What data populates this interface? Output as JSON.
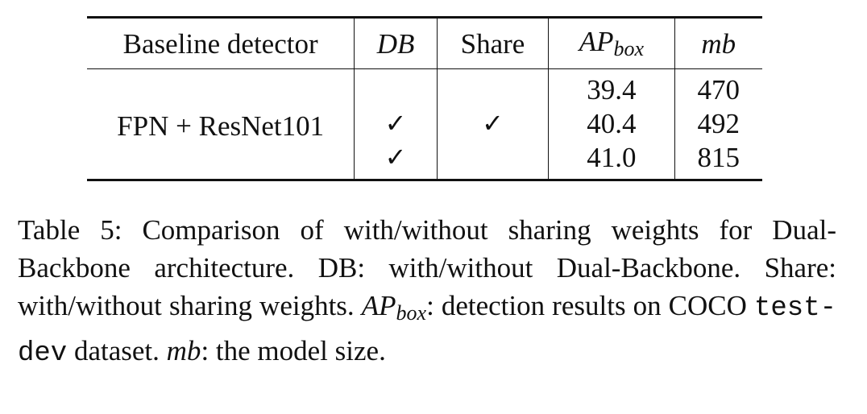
{
  "table": {
    "headers": {
      "detector": "Baseline detector",
      "db": "DB",
      "share": "Share",
      "ap_main": "AP",
      "ap_sub": "box",
      "mb": "mb"
    },
    "detector_name": "FPN + ResNet101",
    "check_mark": "✓",
    "rows": [
      {
        "db": "",
        "share": "",
        "ap": "39.4",
        "mb": "470"
      },
      {
        "db": "✓",
        "share": "✓",
        "ap": "40.4",
        "mb": "492"
      },
      {
        "db": "✓",
        "share": "",
        "ap": "41.0",
        "mb": "815"
      }
    ]
  },
  "caption": {
    "part1": "Table 5: Comparison of with/without sharing weights for Dual-Backbone architecture. DB: with/without Dual-Backbone. Share: with/without sharing weights. ",
    "ap_main": "AP",
    "ap_sub": "box",
    "part2": ": detection results on COCO ",
    "mono": "test-dev",
    "part3": " dataset. ",
    "mb": "mb",
    "part4": ": the model size."
  }
}
